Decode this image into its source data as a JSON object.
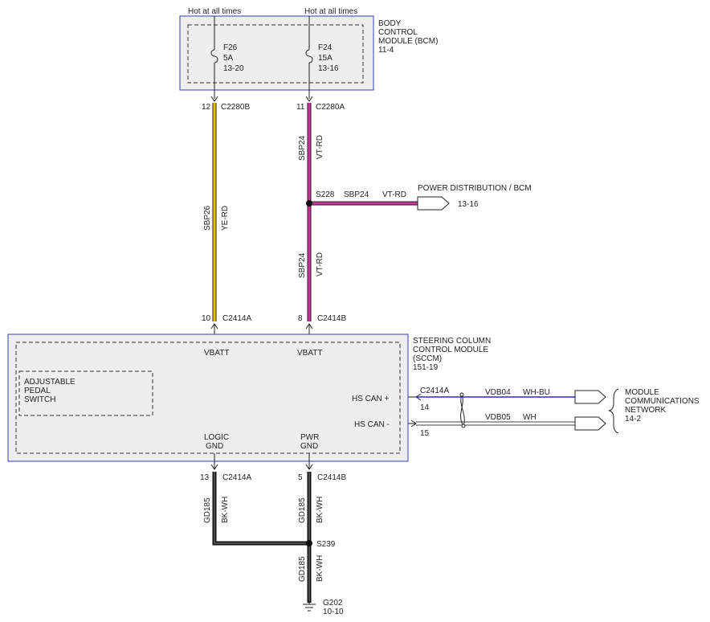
{
  "bcm": {
    "hot1": "Hot at all times",
    "hot2": "Hot at all times",
    "fuse1": {
      "name": "F26",
      "amp": "5A",
      "ref": "13-20"
    },
    "fuse2": {
      "name": "F24",
      "amp": "15A",
      "ref": "13-16"
    },
    "title": [
      "BODY",
      "CONTROL",
      "MODULE (BCM)",
      "11-4"
    ]
  },
  "wires": {
    "pin12": "12",
    "conn_c2280b": "C2280B",
    "pin11": "11",
    "conn_c2280a": "C2280A",
    "sbp24_top": "SBP24",
    "vtrd_top": "VT-RD",
    "sbp26": "SBP26",
    "yerd": "YE-RD",
    "s228": "S228",
    "sbp24_mid": "SBP24",
    "vtrd_mid": "VT-RD",
    "sbp24_low": "SBP24",
    "vtrd_low": "VT-RD",
    "pin10": "10",
    "conn_c2414a_top": "C2414A",
    "pin8": "8",
    "conn_c2414b_top": "C2414B",
    "pd_title": "POWER DISTRIBUTION / BCM",
    "pd_ref": "13-16"
  },
  "sccm": {
    "vbatt1": "VBATT",
    "vbatt2": "VBATT",
    "title": [
      "STEERING COLUMN",
      "CONTROL MODULE",
      "(SCCM)",
      "151-19"
    ],
    "adj": [
      "ADJUSTABLE",
      "PEDAL",
      "SWITCH"
    ],
    "hscan_plus": "HS CAN +",
    "hscan_minus": "HS CAN -",
    "logic": [
      "LOGIC",
      "GND"
    ],
    "pwr": [
      "PWR",
      "GND"
    ]
  },
  "can": {
    "conn": "C2414A",
    "pin14": "14",
    "pin15": "15",
    "vdb04": "VDB04",
    "whbu": "WH-BU",
    "vdb05": "VDB05",
    "wh": "WH",
    "net": [
      "MODULE",
      "COMMUNICATIONS",
      "NETWORK",
      "14-2"
    ]
  },
  "ground": {
    "pin13": "13",
    "conn_c2414a": "C2414A",
    "pin5": "5",
    "conn_c2414b": "C2414B",
    "gd185_a": "GD185",
    "bkwh_a": "BK-WH",
    "gd185_b": "GD185",
    "bkwh_b": "BK-WH",
    "s239": "S239",
    "gd185_c": "GD185",
    "bkwh_c": "BK-WH",
    "g202": "G202",
    "g202_ref": "10-10"
  },
  "colors": {
    "yellow": "#f2c200",
    "violet": "#cc3399",
    "blue": "#2b2bbf",
    "box_fill": "#eeeeee",
    "box_border": "#3b3bb0"
  }
}
